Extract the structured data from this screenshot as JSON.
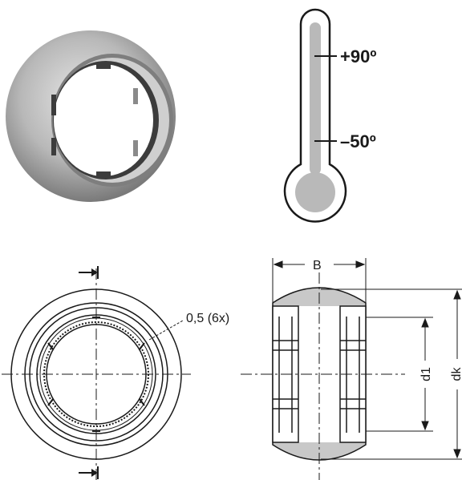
{
  "temperature": {
    "max_label": "+90º",
    "min_label": "–50º"
  },
  "dimensions": {
    "width_label": "B",
    "bore_label": "d1",
    "outer_label": "dk",
    "slot_note": "0,5 (6x)"
  },
  "colors": {
    "outline": "#1a1a1a",
    "shade": "#c8c8c8",
    "bearing_ring": "#9c9c9c"
  }
}
